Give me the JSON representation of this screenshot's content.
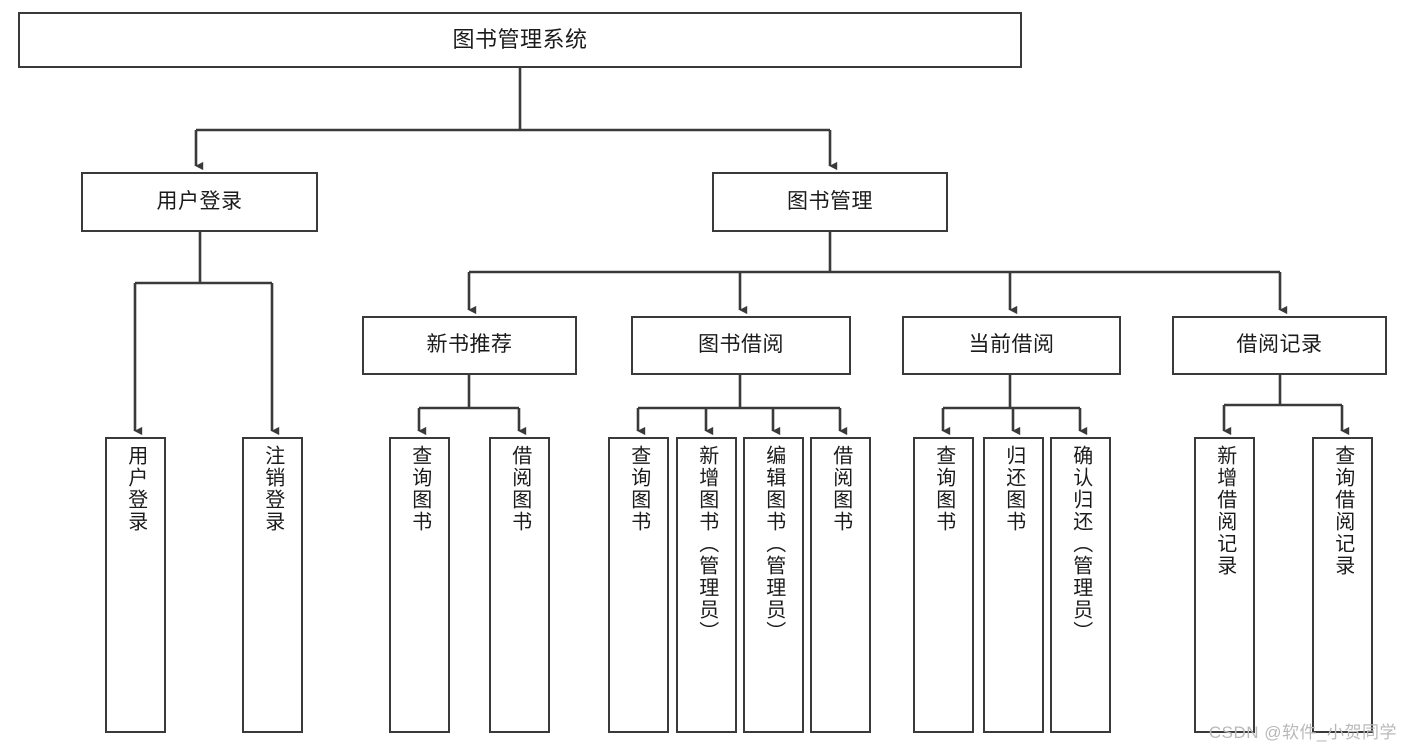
{
  "diagram": {
    "type": "tree",
    "title": "图书管理系统",
    "edge_color": "#3a3a3a",
    "node_border_color": "#3a3a3a",
    "node_fill_color": "#ffffff",
    "text_color": "#1b1b1b",
    "watermark": "CSDN @软件_小贺同学",
    "watermark_color": "#b9b9b9"
  },
  "nodes": {
    "root": {
      "label": "图书管理系统"
    },
    "level2": [
      {
        "id": "user-login",
        "label": "用户登录"
      },
      {
        "id": "book-manage",
        "label": "图书管理"
      }
    ],
    "level3": [
      {
        "id": "new-book-recommend",
        "label": "新书推荐"
      },
      {
        "id": "book-borrow",
        "label": "图书借阅"
      },
      {
        "id": "current-borrow",
        "label": "当前借阅"
      },
      {
        "id": "borrow-record",
        "label": "借阅记录"
      }
    ],
    "leaves": {
      "user-login": [
        {
          "id": "leaf-user-login",
          "label": "用户登录"
        },
        {
          "id": "leaf-user-logout",
          "label": "注销登录"
        }
      ],
      "new-book-recommend": [
        {
          "id": "leaf-query-book-1",
          "label": "查询图书"
        },
        {
          "id": "leaf-borrow-book-1",
          "label": "借阅图书"
        }
      ],
      "book-borrow": [
        {
          "id": "leaf-query-book-2",
          "label": "查询图书"
        },
        {
          "id": "leaf-add-book",
          "label": "新增图书（管理员）"
        },
        {
          "id": "leaf-edit-book",
          "label": "编辑图书（管理员）"
        },
        {
          "id": "leaf-borrow-book-2",
          "label": "借阅图书"
        }
      ],
      "current-borrow": [
        {
          "id": "leaf-query-book-3",
          "label": "查询图书"
        },
        {
          "id": "leaf-return-book",
          "label": "归还图书"
        },
        {
          "id": "leaf-confirm-return",
          "label": "确认归还（管理员）"
        }
      ],
      "borrow-record": [
        {
          "id": "leaf-add-record",
          "label": "新增借阅记录"
        },
        {
          "id": "leaf-query-record",
          "label": "查询借阅记录"
        }
      ]
    }
  }
}
